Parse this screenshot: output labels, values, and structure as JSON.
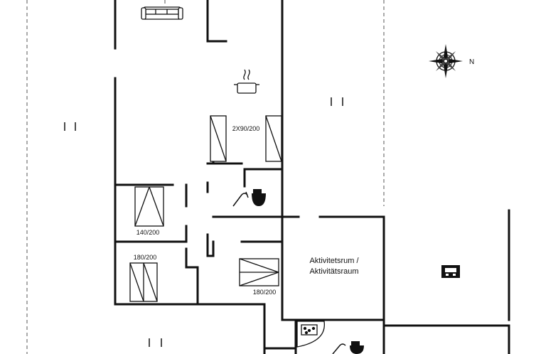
{
  "floorplan": {
    "bed_labels": {
      "double_top": "2X90/200",
      "left_upper": "140/200",
      "left_lower": "180/200",
      "center": "180/200"
    },
    "room_labels": {
      "activity_line1": "Aktivitetsrum /",
      "activity_line2": "Aktivitätsraum"
    },
    "compass": {
      "north": "N"
    },
    "colors": {
      "wall": "#111111",
      "background": "#ffffff"
    }
  }
}
